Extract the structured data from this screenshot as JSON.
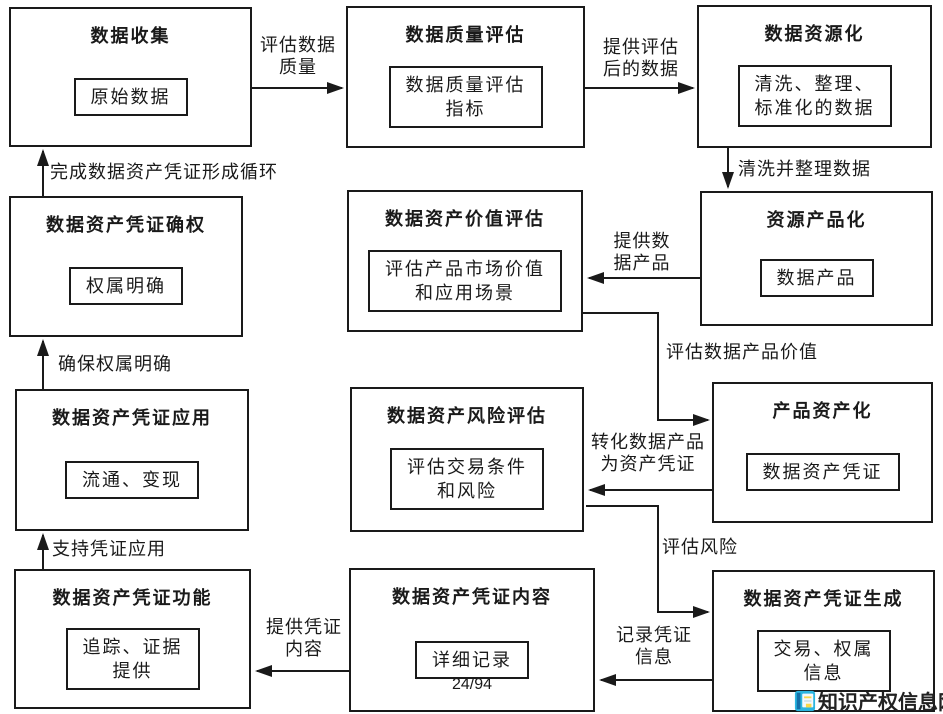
{
  "page": {
    "page_number": "24/94",
    "watermark_text": "知识产权信息网",
    "watermark_icon_color": "#2ab5e0",
    "line_color": "#1a1a1a",
    "background_color": "#ffffff"
  },
  "boxes": [
    {
      "id": "data-collection",
      "title": "数据收集",
      "inner": "原始数据"
    },
    {
      "id": "data-quality-evaluation",
      "title": "数据质量评估",
      "inner": "数据质量评估\n指标"
    },
    {
      "id": "data-resourcization",
      "title": "数据资源化",
      "inner": "清洗、整理、\n标准化的数据"
    },
    {
      "id": "certificate-confirmation",
      "title": "数据资产凭证确权",
      "inner": "权属明确"
    },
    {
      "id": "value-assessment",
      "title": "数据资产价值评估",
      "inner": "评估产品市场价值\n和应用场景"
    },
    {
      "id": "resource-productization",
      "title": "资源产品化",
      "inner": "数据产品"
    },
    {
      "id": "certificate-application",
      "title": "数据资产凭证应用",
      "inner": "流通、变现"
    },
    {
      "id": "risk-assessment",
      "title": "数据资产风险评估",
      "inner": "评估交易条件\n和风险"
    },
    {
      "id": "product-capitalization",
      "title": "产品资产化",
      "inner": "数据资产凭证"
    },
    {
      "id": "certificate-function",
      "title": "数据资产凭证功能",
      "inner": "追踪、证据\n提供"
    },
    {
      "id": "certificate-content",
      "title": "数据资产凭证内容",
      "inner": "详细记录"
    },
    {
      "id": "certificate-generation",
      "title": "数据资产凭证生成",
      "inner": "交易、权属\n信息"
    }
  ],
  "edge_labels": [
    {
      "id": "assess-data-quality",
      "text": "评估数据\n质量"
    },
    {
      "id": "provide-evaluated-data",
      "text": "提供评估\n后的数据"
    },
    {
      "id": "clean-and-organize-data",
      "text": "清洗并整理数据"
    },
    {
      "id": "complete-certificate-cycle",
      "text": "完成数据资产凭证形成循环"
    },
    {
      "id": "provide-data-product",
      "text": "提供数\n据产品"
    },
    {
      "id": "assess-data-product-value",
      "text": "评估数据产品价值"
    },
    {
      "id": "ensure-clear-ownership",
      "text": "确保权属明确"
    },
    {
      "id": "convert-to-asset-certificate",
      "text": "转化数据产品\n为资产凭证"
    },
    {
      "id": "assess-risk",
      "text": "评估风险"
    },
    {
      "id": "support-certificate-application",
      "text": "支持凭证应用"
    },
    {
      "id": "provide-certificate-content",
      "text": "提供凭证\n内容"
    },
    {
      "id": "record-certificate-info",
      "text": "记录凭证\n信息"
    }
  ]
}
